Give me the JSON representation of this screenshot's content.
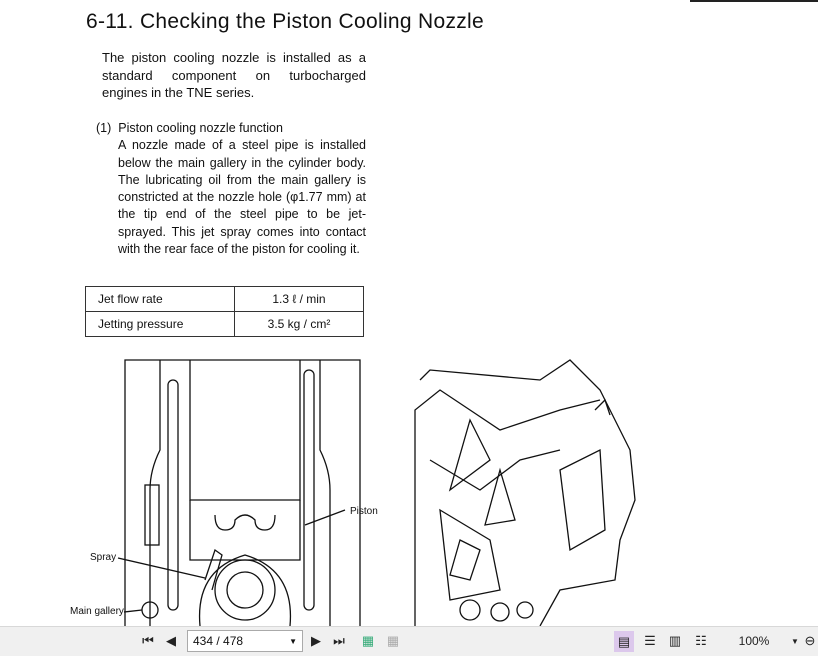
{
  "document": {
    "title": "6-11. Checking the Piston Cooling Nozzle",
    "intro": "The piston cooling nozzle is installed as a standard component on turbocharged engines in the TNE series.",
    "section": {
      "number": "(1)",
      "heading": "Piston cooling nozzle function",
      "body": "A nozzle made of a steel pipe is installed below the main gallery in the cylinder body. The lubricating oil from the main gallery is constricted at the nozzle hole (φ1.77 mm) at the tip end of the steel pipe to be jet-sprayed. This jet spray comes into contact with the rear face of the piston for cooling it."
    },
    "table": [
      {
        "label": "Jet flow rate",
        "value": "1.3 ℓ / min"
      },
      {
        "label": "Jetting pressure",
        "value": "3.5 kg / cm²"
      }
    ],
    "figure_labels": {
      "piston": "Piston",
      "spray": "Spray",
      "main_gallery": "Main gallery"
    }
  },
  "toolbar": {
    "page_indicator": "434 / 478",
    "zoom": "100%",
    "icons": [
      "first-page-icon",
      "prev-page-icon",
      "next-page-icon",
      "last-page-icon",
      "single-page-view-icon",
      "continuous-view-icon",
      "two-page-view-icon",
      "two-page-continuous-icon",
      "zoom-out-icon"
    ]
  }
}
